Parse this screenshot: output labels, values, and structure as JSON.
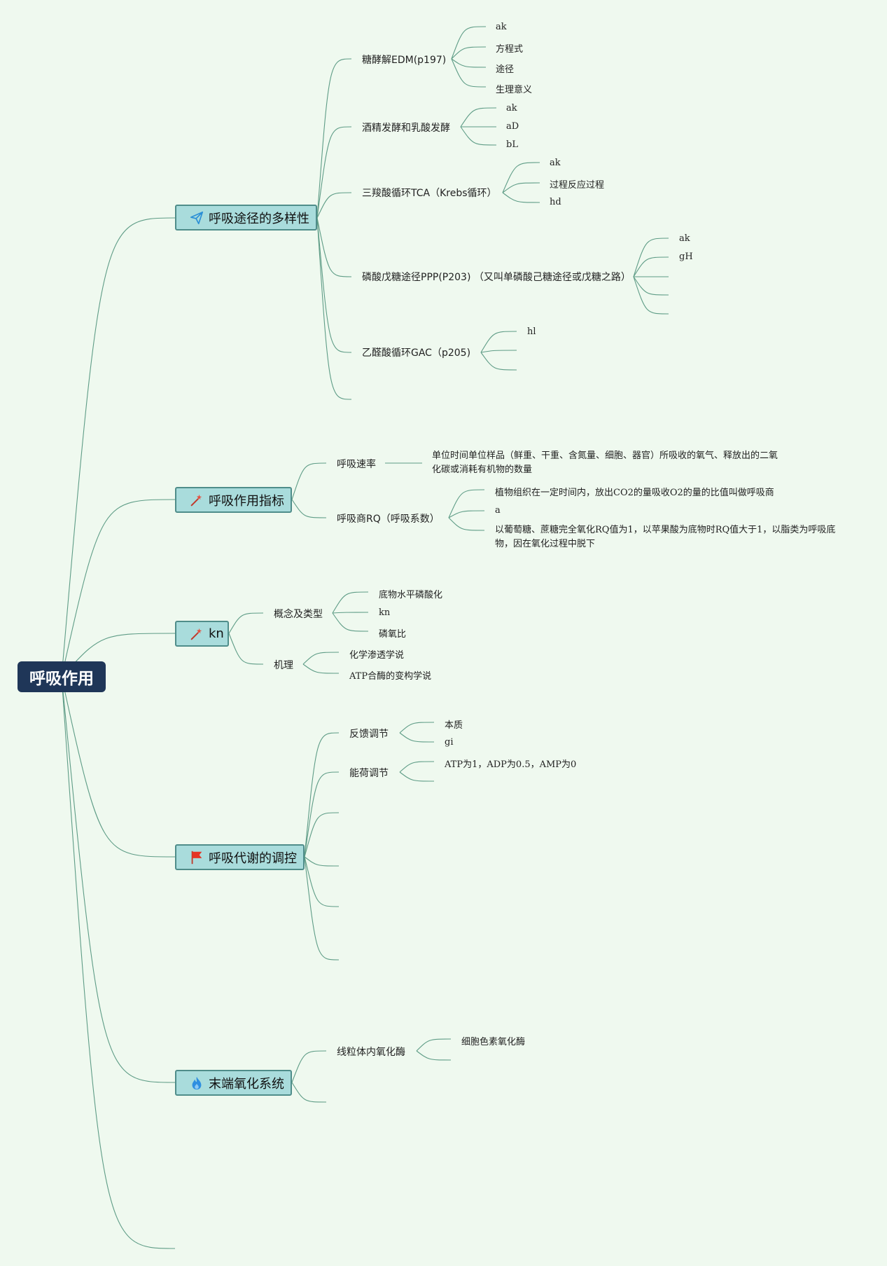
{
  "root": {
    "label": "呼吸作用"
  },
  "branches": [
    {
      "label": "呼吸途径的多样性",
      "icon": "paper-plane-icon",
      "children": [
        {
          "label": "糖酵解EDM(p197)",
          "children": [
            "ak",
            "方程式",
            "途径",
            "生理意义"
          ]
        },
        {
          "label": "酒精发酵和乳酸发酵",
          "children": [
            "ak",
            "aD",
            "bL"
          ]
        },
        {
          "label": "三羧酸循环TCA（Krebs循环）",
          "children": [
            "ak",
            "过程反应过程",
            "hd"
          ]
        },
        {
          "label": "磷酸戊糖途径PPP(P203) （又叫单磷酸己糖途径或戊糖之路）",
          "children": [
            "ak",
            "gH",
            "",
            "",
            ""
          ]
        },
        {
          "label": "乙醛酸循环GAC（p205)",
          "children": [
            "hl",
            "",
            ""
          ]
        },
        {
          "label": "",
          "children": []
        }
      ]
    },
    {
      "label": "呼吸作用指标",
      "icon": "magic-wand-icon",
      "children": [
        {
          "label": "呼吸速率",
          "children": [
            "单位时间单位样品（鲜重、干重、含氮量、细胞、器官）所吸收的氧气、释放出的二氧化碳或消耗有机物的数量"
          ]
        },
        {
          "label": "呼吸商RQ（呼吸系数）",
          "children": [
            "植物组织在一定时间内，放出CO2的量吸收O2的量的比值叫做呼吸商",
            "a",
            "以葡萄糖、蔗糖完全氧化RQ值为1，以苹果酸为底物时RQ值大于1，以脂类为呼吸底物，因在氧化过程中脱下"
          ]
        }
      ]
    },
    {
      "label": "kn",
      "icon": "magic-wand-icon",
      "children": [
        {
          "label": "概念及类型",
          "children": [
            "底物水平磷酸化",
            "kn",
            "磷氧比"
          ]
        },
        {
          "label": "机理",
          "children": [
            "化学渗透学说",
            "ATP合酶的变构学说"
          ]
        }
      ]
    },
    {
      "label": "呼吸代谢的调控",
      "icon": "flag-icon",
      "children": [
        {
          "label": "反馈调节",
          "children": [
            "本质",
            "gi"
          ]
        },
        {
          "label": "能荷调节",
          "children": [
            "ATP为1，ADP为0.5，AMP为0",
            ""
          ]
        },
        {
          "label": "",
          "children": []
        },
        {
          "label": "",
          "children": []
        },
        {
          "label": "",
          "children": []
        },
        {
          "label": "",
          "children": []
        }
      ]
    },
    {
      "label": "末端氧化系统",
      "icon": "flame-icon",
      "children": [
        {
          "label": "线粒体内氧化酶",
          "children": [
            "细胞色素氧化酶",
            ""
          ]
        },
        {
          "label": "",
          "children": []
        }
      ]
    },
    {
      "label": "",
      "icon": "",
      "children": []
    }
  ],
  "colors": {
    "background": "#eff9ef",
    "root": "#1f3658",
    "branch": "#a9dcdc",
    "link": "#5e9c86"
  }
}
